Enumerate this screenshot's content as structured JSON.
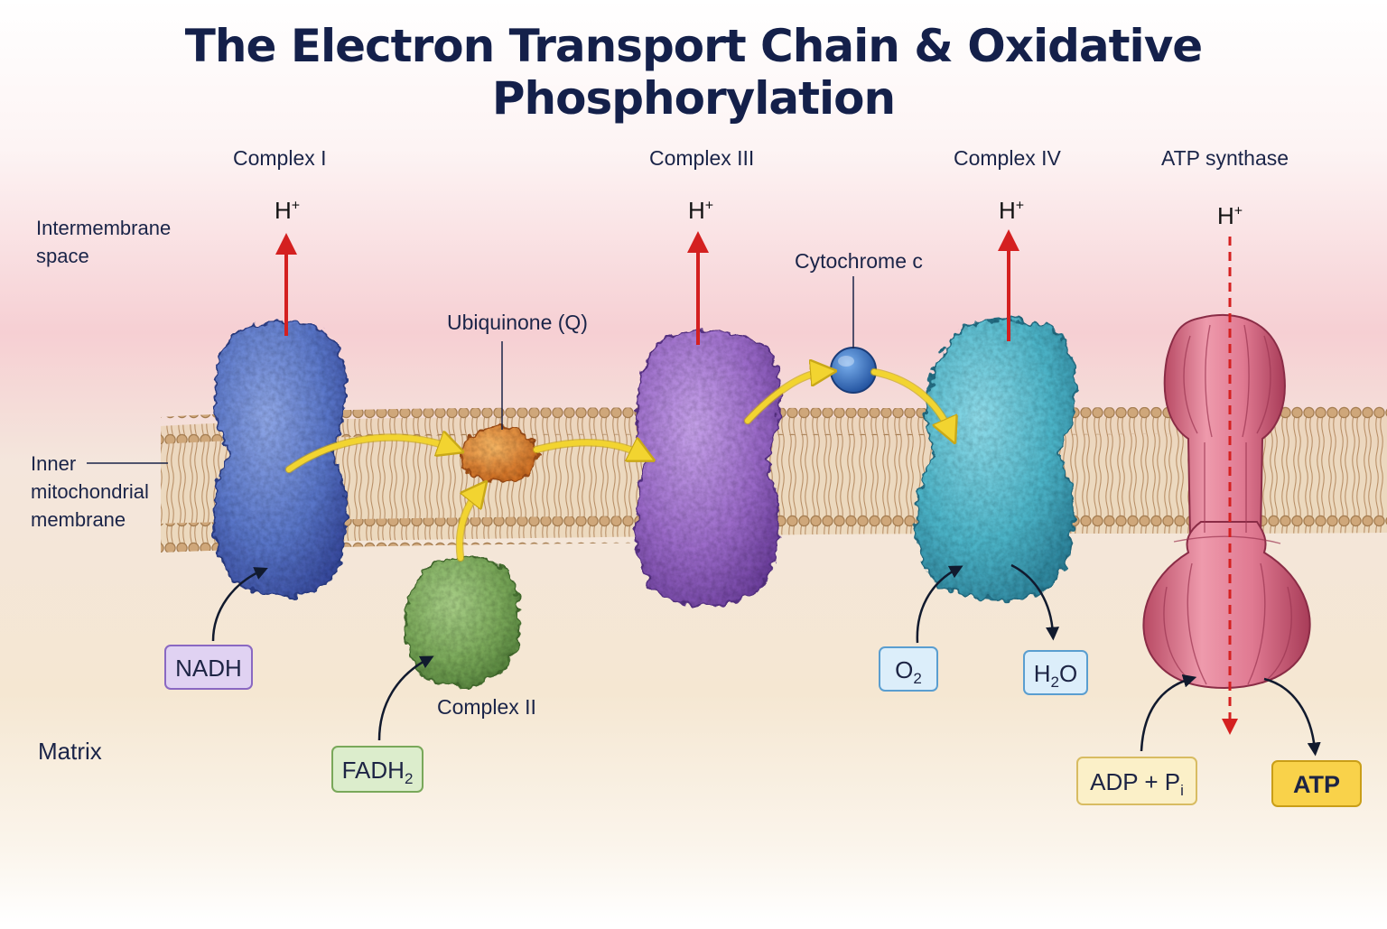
{
  "title": "The Electron Transport Chain & Oxidative Phosphorylation",
  "regions": {
    "intermembrane": "Intermembrane space",
    "membrane": "Inner mitochondrial membrane",
    "matrix": "Matrix"
  },
  "complexes": {
    "c1": "Complex I",
    "c2": "Complex II",
    "c3": "Complex III",
    "c4": "Complex IV",
    "atp_synthase": "ATP synthase"
  },
  "carriers": {
    "q": "Ubiquinone (Q)",
    "cyt_c": "Cytochrome c"
  },
  "proton": {
    "symbol": "H",
    "charge": "+"
  },
  "substrates": {
    "nadh": "NADH",
    "fadh2": {
      "main": "FADH",
      "sub": "2"
    },
    "o2": {
      "main": "O",
      "sub": "2"
    },
    "h2o": {
      "a": "H",
      "sub": "2",
      "b": "O"
    },
    "adp": {
      "main": "ADP + P",
      "sub": "i"
    },
    "atp": "ATP"
  },
  "colors": {
    "complex_1": "#5a76c8",
    "complex_2": "#7aa85a",
    "complex_3": "#9a6ac8",
    "complex_4": "#4db4c8",
    "atp_synthase": "#d86a82",
    "ubiquinone": "#e0882e",
    "cytochrome_c": "#3a78c8",
    "proton_arrow": "#d42020",
    "electron_arrow": "#f2d430",
    "membrane": "#c9a77a"
  }
}
